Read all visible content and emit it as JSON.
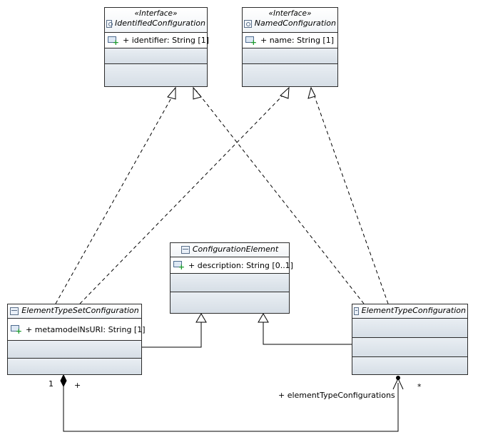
{
  "classes": {
    "identified": {
      "stereotype": "«Interface»",
      "name": "IdentifiedConfiguration",
      "attribute": "+ identifier: String [1]"
    },
    "named": {
      "stereotype": "«Interface»",
      "name": "NamedConfiguration",
      "attribute": "+ name: String [1]"
    },
    "configElement": {
      "name": "ConfigurationElement",
      "attribute": "+ description: String [0..1]"
    },
    "typeSet": {
      "name": "ElementTypeSetConfiguration",
      "attribute": "+ metamodelNsURI: String [1]"
    },
    "typeConfig": {
      "name": "ElementTypeConfiguration"
    }
  },
  "association": {
    "source_multiplicity": "1",
    "source_plus": "+",
    "target_role": "+ elementTypeConfigurations",
    "target_multiplicity": "*"
  },
  "icons": {
    "interface": "interface-icon",
    "class": "class-icon",
    "property": "property-icon"
  }
}
